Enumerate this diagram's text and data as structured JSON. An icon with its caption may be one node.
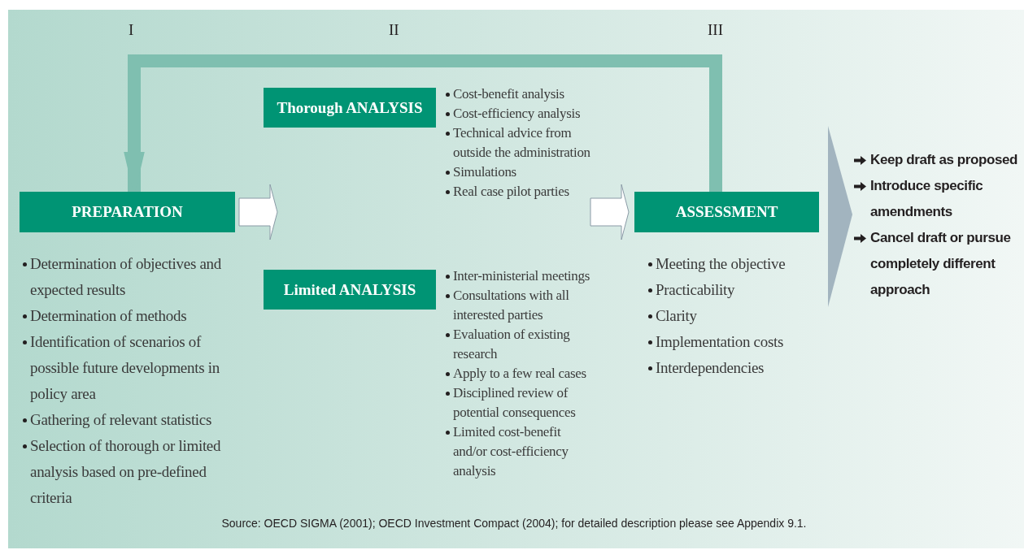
{
  "diagram": {
    "nodes": [
      {
        "text": [
          "PREPARATION"
        ],
        "beside": [
          "Determination of objectives and expected results",
          "Determination of methods",
          "Identification of scenarios of possible future developments in policy area",
          "Gathering of relevant statistics",
          "Selection of thorough or limited analysis based on pre-defined criteria"
        ]
      },
      {
        "text": [
          "Thorough ANALYSIS"
        ],
        "beside": [
          "Cost-benefit analysis",
          "Cost-efficiency analysis",
          "Technical advice from outside the administration",
          "Simulations",
          "Real case pilot parties"
        ]
      },
      {
        "text": [
          "Limited ANALYSIS"
        ],
        "beside": [
          "Inter-ministerial meetings",
          "Consultations with all interested parties",
          "Evaluation of existing research",
          "Apply to a few real cases",
          "Disciplined review of potential consequences",
          "Limited cost-benefit and/or cost-efficiency analysis"
        ]
      },
      {
        "text": [
          "ASSESSMENT"
        ],
        "beside": [
          "Meeting the objective",
          "Practicability",
          "Clarity",
          "Implementation costs",
          "Interdependencies"
        ]
      },
      {
        "text": [
          "Keep draft as proposed",
          "Introduce specific amendments",
          "Cancel draft or pursue completely different approach"
        ]
      }
    ],
    "edges": [
      {
        "from": 0,
        "to": null,
        "arrow": "to"
      },
      {
        "from": null,
        "to": 3,
        "arrow": "to"
      },
      {
        "from": 3,
        "to": 0,
        "arrow": "to",
        "color": "#7fbfb0"
      },
      {
        "from": 3,
        "to": 4,
        "arrow": "to",
        "color": "#a2b4bf"
      }
    ],
    "labels": [
      "I",
      "II",
      "III",
      "Source: OECD SIGMA (2001); OECD Investment Compact (2004); for detailed description please see Appendix 9.1."
    ]
  }
}
